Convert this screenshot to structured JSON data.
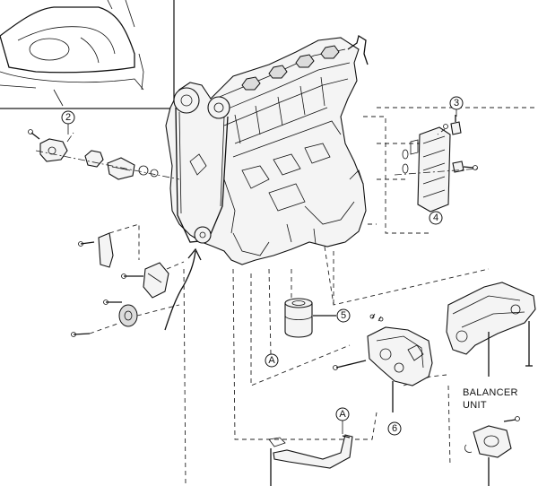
{
  "callouts": {
    "c2": "2",
    "c3": "3",
    "c4": "4",
    "c5": "5",
    "c6": "6",
    "refA": "A",
    "refA2": "A"
  },
  "labels": {
    "balancer_line1": "BALANCER",
    "balancer_line2": "UNIT"
  }
}
